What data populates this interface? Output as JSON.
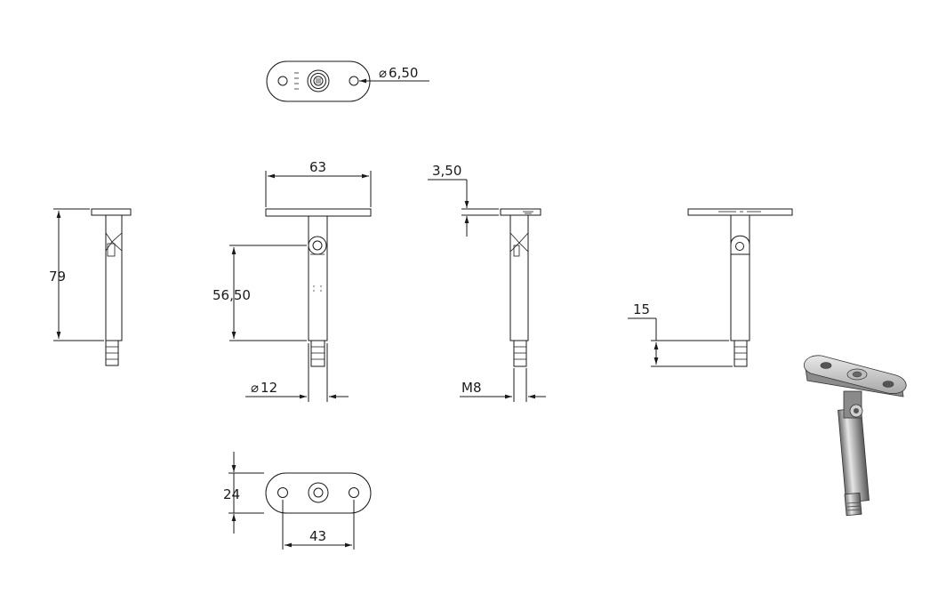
{
  "dimensions": {
    "hole_diameter": "6,50",
    "plate_width": "63",
    "plate_thickness": "3,50",
    "total_height": "79",
    "pivot_height": "56,50",
    "tube_diameter": "12",
    "thread": "M8",
    "thread_length": "15",
    "plate_depth": "24",
    "hole_spacing": "43"
  },
  "symbols": {
    "diameter": "⌀"
  },
  "colors": {
    "line": "#1a1a1a",
    "metal_light": "#d9d9d9",
    "metal_dark": "#7a7a7a"
  }
}
